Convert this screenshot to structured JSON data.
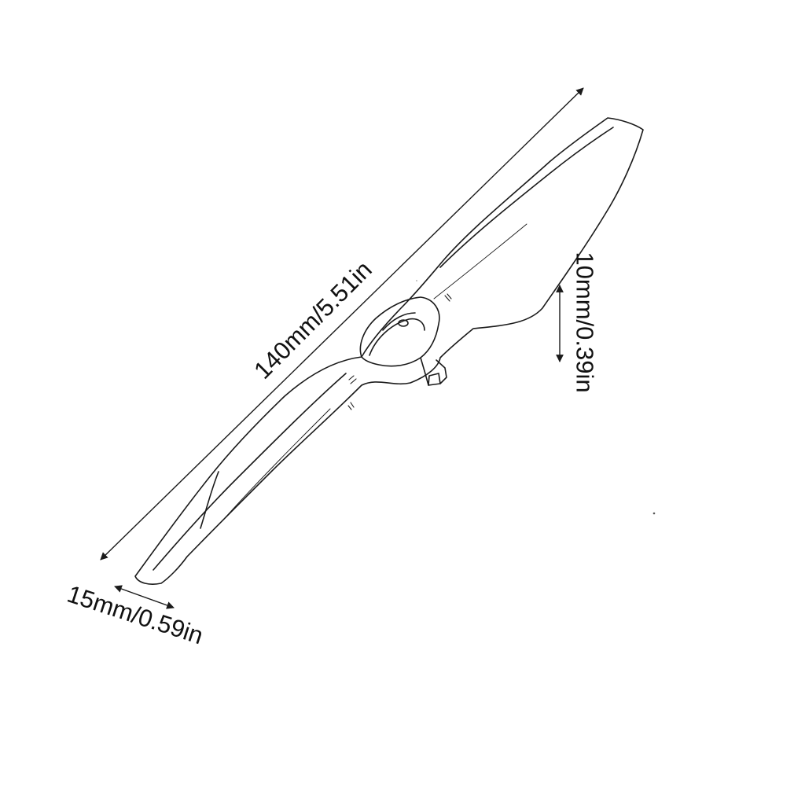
{
  "figure": {
    "subject": "propeller-blade",
    "background": "#ffffff",
    "line_color": "#1a1a1a"
  },
  "dimensions": {
    "length": "140mm/5.51in",
    "height": "10mm/0.39in",
    "width": "15mm/0.59in"
  }
}
